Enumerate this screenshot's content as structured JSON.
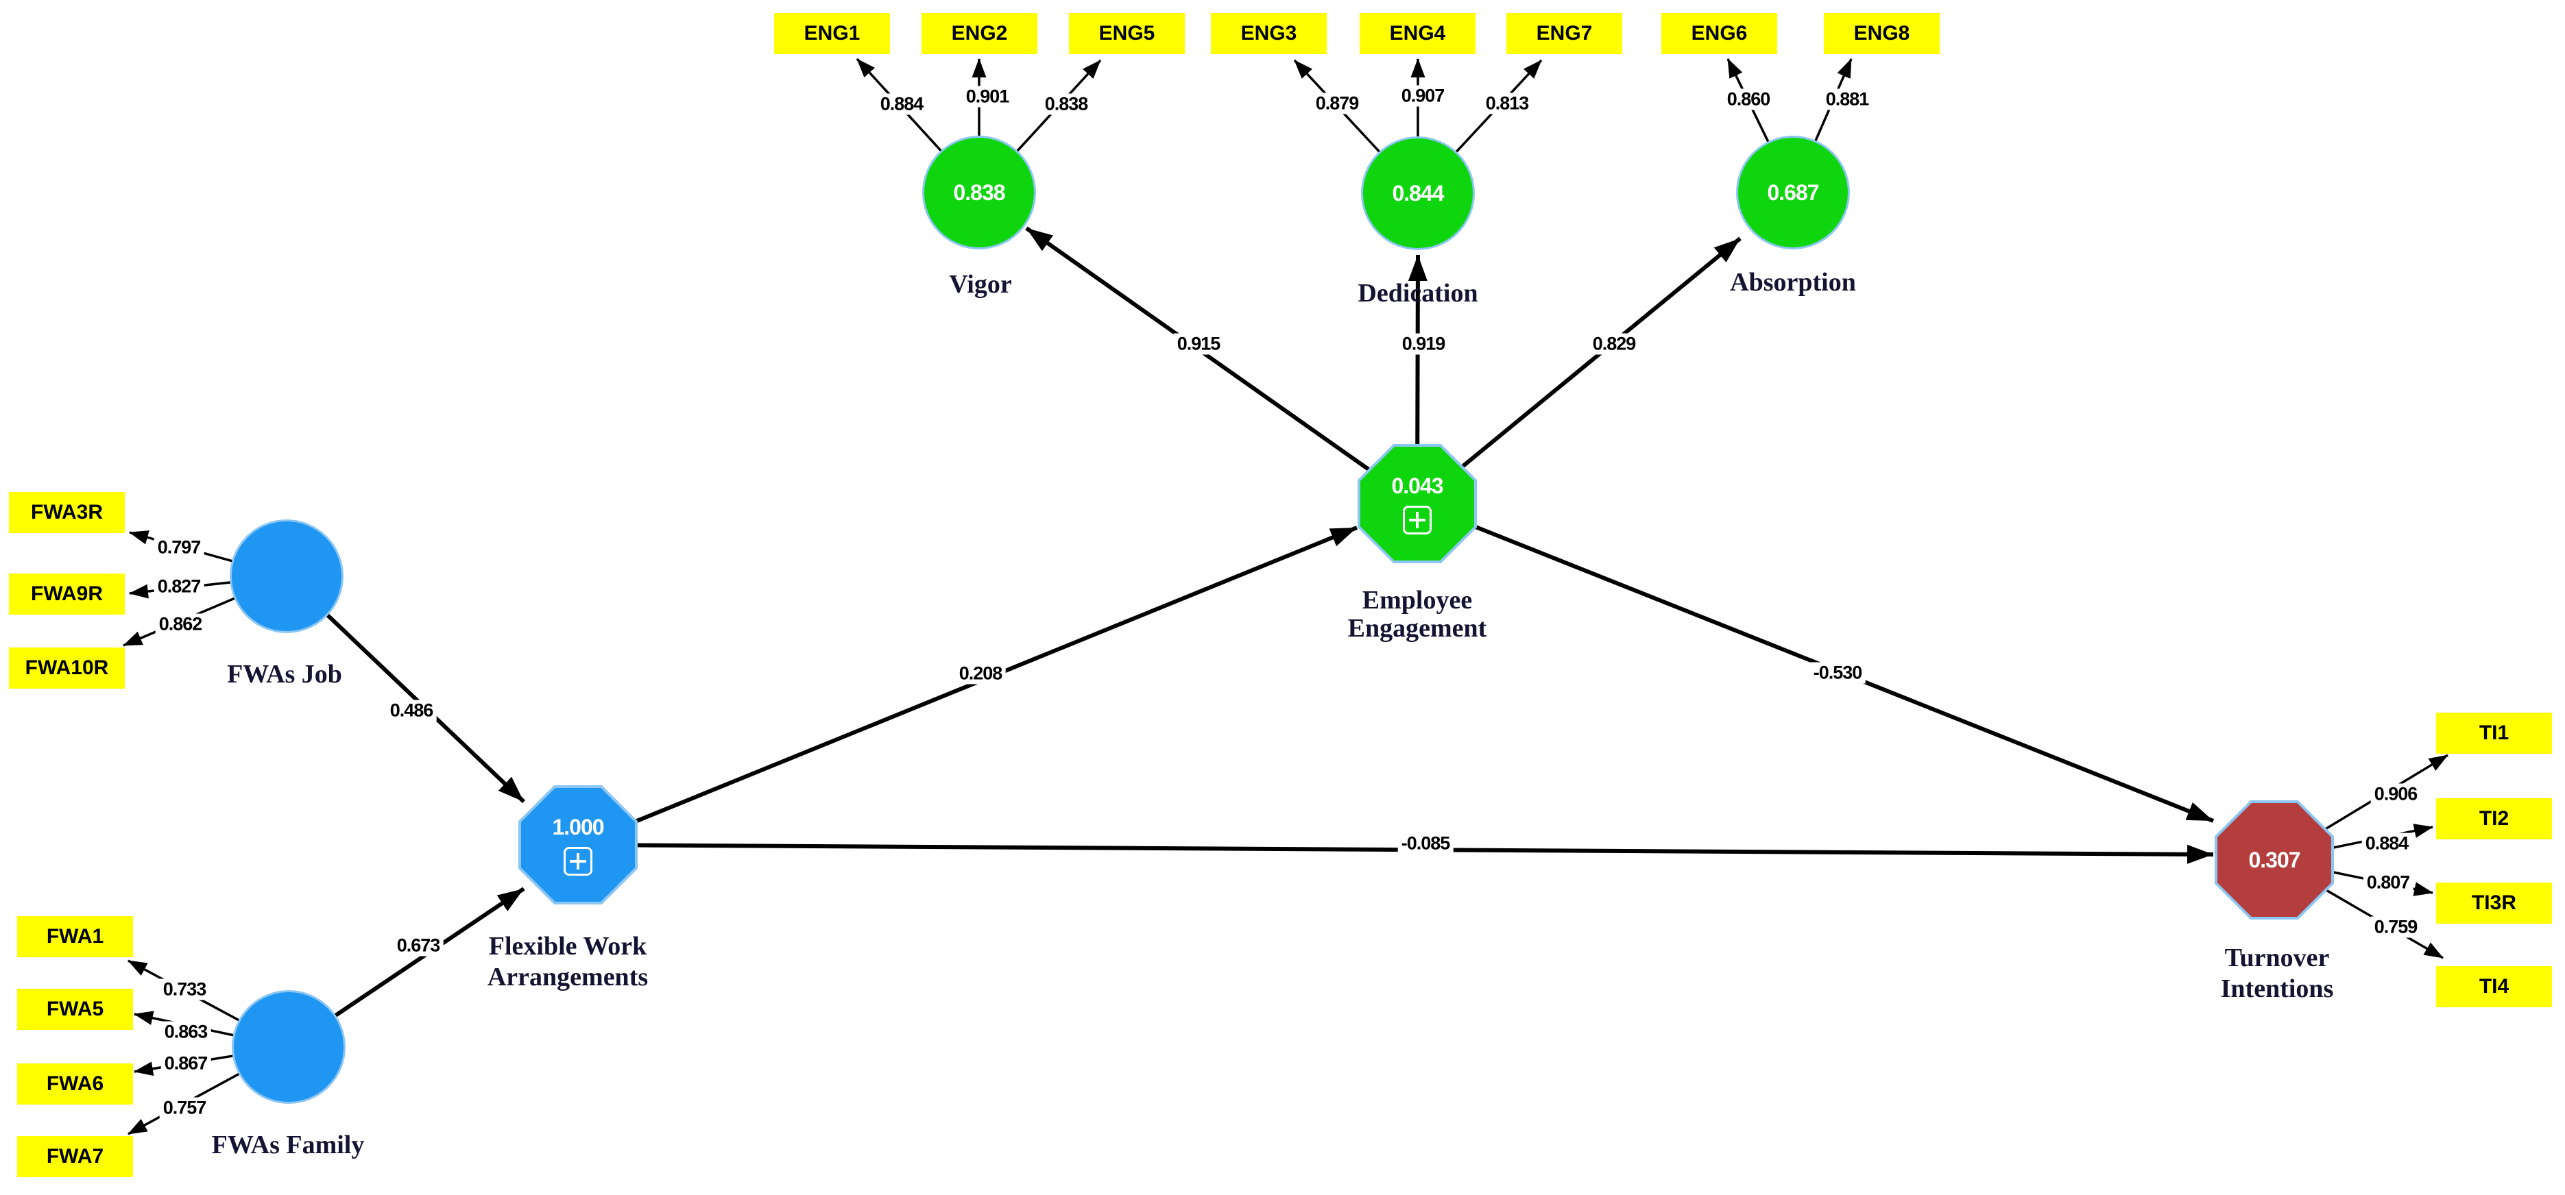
{
  "diagram": {
    "title": "PLS-SEM model: Flexible Work Arrangements, Employee Engagement and Turnover Intentions",
    "colors": {
      "indicator_fill": "#ffff00",
      "engagement_fill": "#0fd50f",
      "exogenous_fill": "#1e96f2",
      "turnover_fill": "#b43d3d",
      "node_border": "#8cc6f2",
      "line": "#000000",
      "construct_label_text": "#141432",
      "value_text": "#ffffff"
    },
    "icons": {
      "higher_order_component": "plus-box-icon"
    }
  },
  "constructs": {
    "vigor": {
      "label": "Vigor",
      "value": "0.838"
    },
    "dedication": {
      "label": "Dedication",
      "value": "0.844"
    },
    "absorption": {
      "label": "Absorption",
      "value": "0.687"
    },
    "employee_engagement": {
      "label_line1": "Employee",
      "label_line2": "Engagement",
      "value": "0.043"
    },
    "fwas_job": {
      "label": "FWAs Job"
    },
    "fwas_family": {
      "label": "FWAs Family"
    },
    "flexible_work_arrangements": {
      "label_line1": "Flexible Work",
      "label_line2": "Arrangements",
      "value": "1.000"
    },
    "turnover_intentions": {
      "label_line1": "Turnover",
      "label_line2": "Intentions",
      "value": "0.307"
    }
  },
  "indicators": {
    "eng1": "ENG1",
    "eng2": "ENG2",
    "eng5": "ENG5",
    "eng3": "ENG3",
    "eng4": "ENG4",
    "eng7": "ENG7",
    "eng6": "ENG6",
    "eng8": "ENG8",
    "fwa3r": "FWA3R",
    "fwa9r": "FWA9R",
    "fwa10r": "FWA10R",
    "fwa1": "FWA1",
    "fwa5": "FWA5",
    "fwa6": "FWA6",
    "fwa7": "FWA7",
    "ti1": "TI1",
    "ti2": "TI2",
    "ti3r": "TI3R",
    "ti4": "TI4"
  },
  "loadings": {
    "vigor_eng1": "0.884",
    "vigor_eng2": "0.901",
    "vigor_eng5": "0.838",
    "dedication_eng3": "0.879",
    "dedication_eng4": "0.907",
    "dedication_eng7": "0.813",
    "absorption_eng6": "0.860",
    "absorption_eng8": "0.881",
    "job_fwa3r": "0.797",
    "job_fwa9r": "0.827",
    "job_fwa10r": "0.862",
    "family_fwa1": "0.733",
    "family_fwa5": "0.863",
    "family_fwa6": "0.867",
    "family_fwa7": "0.757",
    "ti_ti1": "0.906",
    "ti_ti2": "0.884",
    "ti_ti3r": "0.807",
    "ti_ti4": "0.759"
  },
  "paths": {
    "ee_vigor": "0.915",
    "ee_dedication": "0.919",
    "ee_absorption": "0.829",
    "job_fwa": "0.486",
    "family_fwa": "0.673",
    "fwa_ee": "0.208",
    "fwa_ti": "-0.085",
    "ee_ti": "-0.530"
  }
}
